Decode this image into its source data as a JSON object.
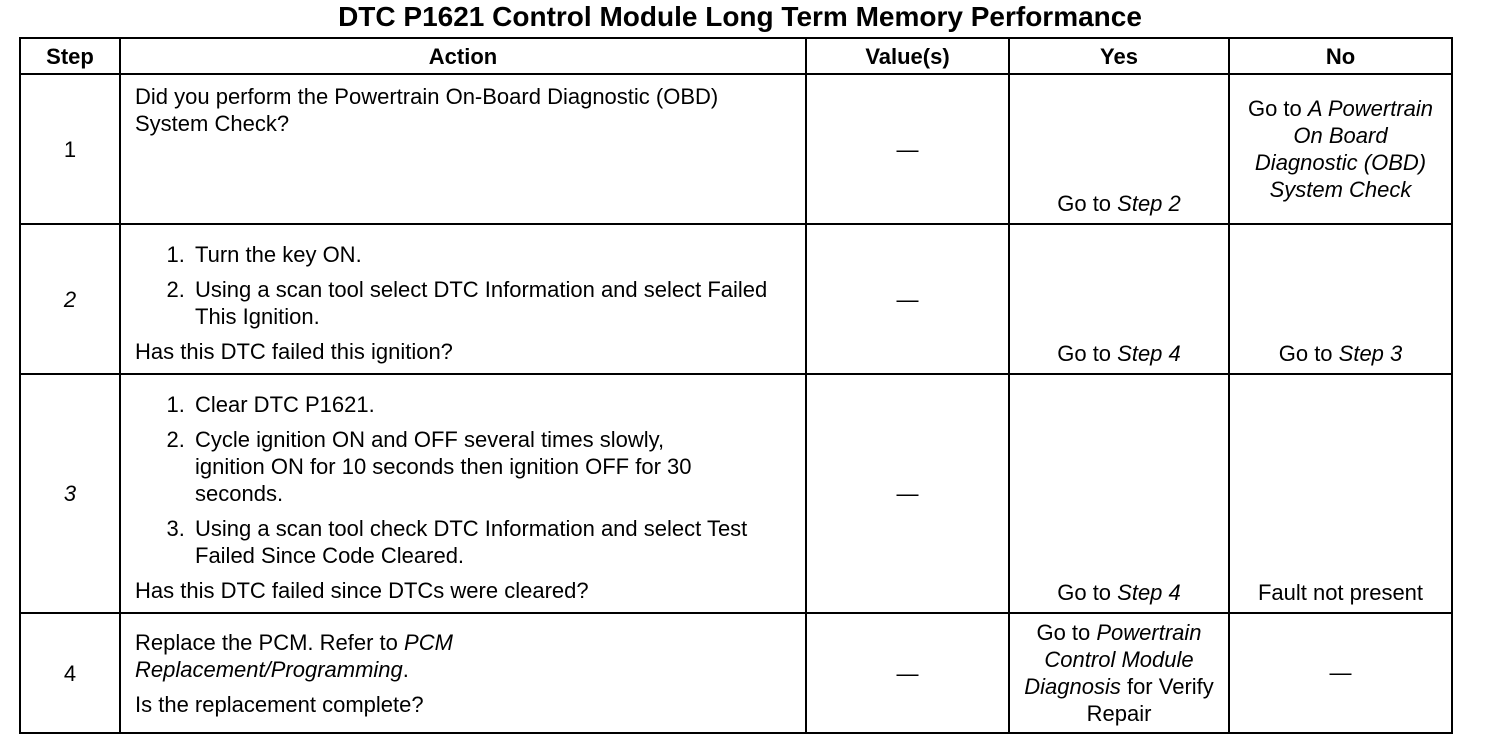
{
  "title": "DTC P1621 Control Module Long Term Memory Performance",
  "headers": {
    "step": "Step",
    "action": "Action",
    "values": "Value(s)",
    "yes": "Yes",
    "no": "No"
  },
  "rows": [
    {
      "step": "1",
      "action_text": "Did you perform the Powertrain On-Board Diagnostic (OBD) System Check?",
      "value": "—",
      "yes_prefix": "Go to ",
      "yes_ref": "Step 2",
      "no_prefix": "Go to ",
      "no_ref": "A Powertrain On Board Diagnostic (OBD) System Check"
    },
    {
      "step": "2",
      "steps": [
        "Turn the key ON.",
        "Using a scan tool select DTC Information and select Failed This Ignition."
      ],
      "question": "Has this DTC failed this ignition?",
      "value": "—",
      "yes_prefix": "Go to ",
      "yes_ref": "Step 4",
      "no_prefix": "Go to ",
      "no_ref": "Step 3"
    },
    {
      "step": "3",
      "steps": [
        "Clear DTC P1621.",
        "Cycle ignition ON and OFF several times slowly, ignition ON for 10 seconds then ignition OFF for 30 seconds.",
        "Using a scan tool check DTC Information and select Test Failed Since Code Cleared."
      ],
      "question": "Has this DTC failed since DTCs were cleared?",
      "value": "—",
      "yes_prefix": "Go to ",
      "yes_ref": "Step 4",
      "no_text": "Fault not present"
    },
    {
      "step": "4",
      "action_prefix": "Replace the PCM. Refer to ",
      "action_ref": "PCM Replacement/Programming",
      "action_suffix": ".",
      "question": "Is the replacement complete?",
      "value": "—",
      "yes_prefix": "Go to ",
      "yes_ref": "Powertrain Control Module Diagnosis",
      "yes_suffix": " for Verify Repair",
      "no_text": "—"
    }
  ]
}
